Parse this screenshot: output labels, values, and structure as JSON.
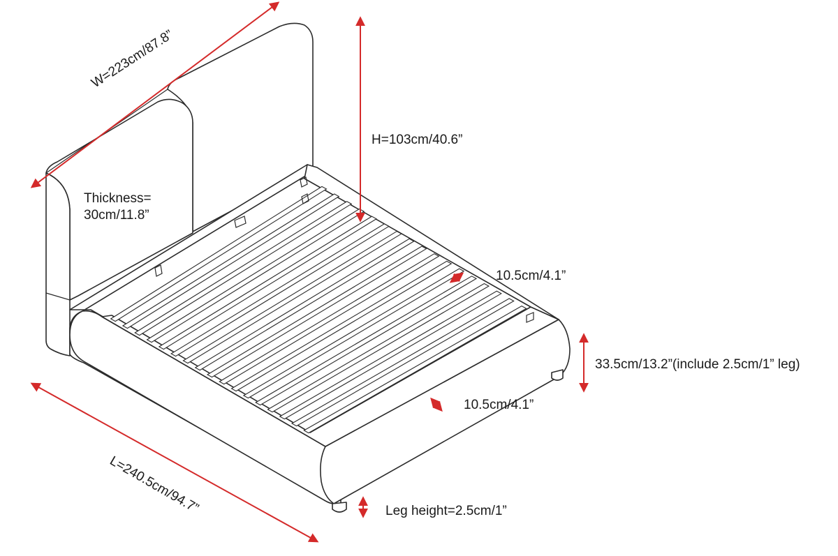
{
  "colors": {
    "dimension_arrow": "#d42a2a",
    "outline": "#2b2b2b",
    "background": "#ffffff",
    "text": "#1a1a1a"
  },
  "dimensions": {
    "width": "W=223cm/87.8”",
    "height": "H=103cm/40.6”",
    "thickness_line1": "Thickness=",
    "thickness_line2": "30cm/11.8”",
    "side_rail_width": "10.5cm/4.1”",
    "foot_rail_width": "10.5cm/4.1”",
    "frame_height": "33.5cm/13.2”(include 2.5cm/1” leg)",
    "length": "L=240.5cm/94.7”",
    "leg_height": "Leg height=2.5cm/1”"
  }
}
